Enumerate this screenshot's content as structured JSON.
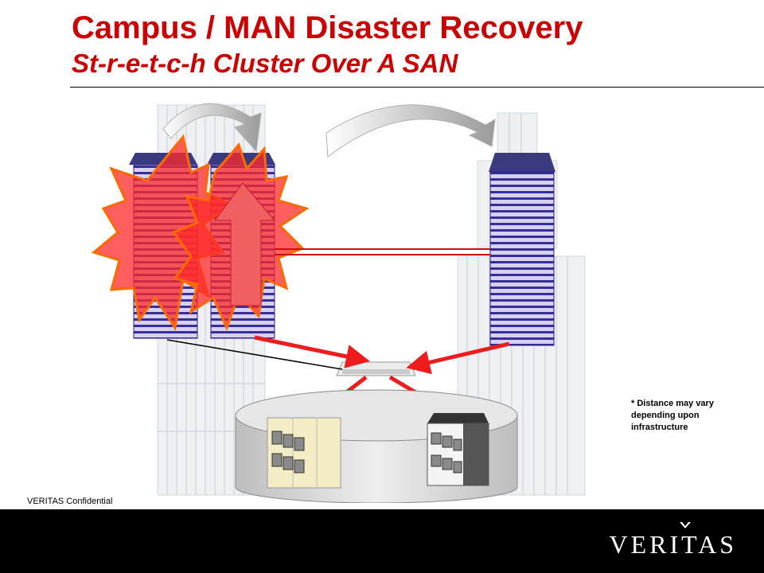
{
  "title": "Campus / MAN Disaster Recovery",
  "subtitle": "St-r-e-t-c-h Cluster Over A SAN",
  "note": "* Distance may vary depending upon infrastructure",
  "confidential": "VERITAS Confidential",
  "logo": "VERITAS",
  "colors": {
    "title": "#cc0000",
    "server": "#2a1f8a",
    "failure": "#ff2a2a",
    "footer": "#000000"
  }
}
